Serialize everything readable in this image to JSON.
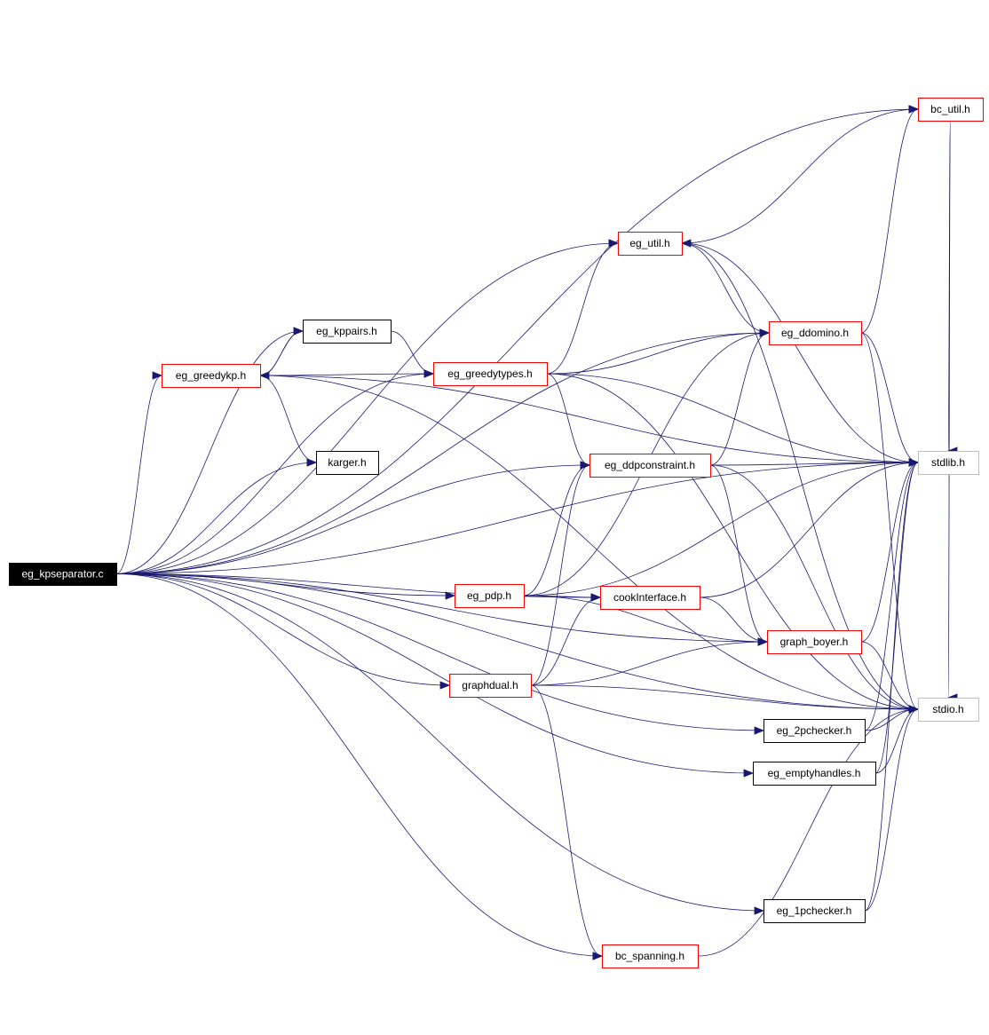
{
  "colors": {
    "edge": "#191970",
    "root_fill": "#000000",
    "root_text": "#ffffff",
    "expandable_border": "#ff0000",
    "leaf_border": "#000000",
    "external_border": "#bfbfbf",
    "text": "#000000"
  },
  "diagram": {
    "nodes": [
      {
        "id": "eg_kpseparator_c",
        "label": "eg_kpseparator.c",
        "kind": "root"
      },
      {
        "id": "bc_util_h",
        "label": "bc_util.h",
        "kind": "expandable"
      },
      {
        "id": "eg_util_h",
        "label": "eg_util.h",
        "kind": "expandable"
      },
      {
        "id": "eg_kppairs_h",
        "label": "eg_kppairs.h",
        "kind": "leaf"
      },
      {
        "id": "eg_ddomino_h",
        "label": "eg_ddomino.h",
        "kind": "expandable"
      },
      {
        "id": "eg_greedykp_h",
        "label": "eg_greedykp.h",
        "kind": "expandable"
      },
      {
        "id": "eg_greedytypes_h",
        "label": "eg_greedytypes.h",
        "kind": "expandable"
      },
      {
        "id": "karger_h",
        "label": "karger.h",
        "kind": "leaf"
      },
      {
        "id": "eg_ddpconstraint_h",
        "label": "eg_ddpconstraint.h",
        "kind": "expandable"
      },
      {
        "id": "stdlib_h",
        "label": "stdlib.h",
        "kind": "external"
      },
      {
        "id": "eg_pdp_h",
        "label": "eg_pdp.h",
        "kind": "expandable"
      },
      {
        "id": "cookInterface_h",
        "label": "cookInterface.h",
        "kind": "expandable"
      },
      {
        "id": "graph_boyer_h",
        "label": "graph_boyer.h",
        "kind": "expandable"
      },
      {
        "id": "graphdual_h",
        "label": "graphdual.h",
        "kind": "expandable"
      },
      {
        "id": "stdio_h",
        "label": "stdio.h",
        "kind": "external"
      },
      {
        "id": "eg_2pchecker_h",
        "label": "eg_2pchecker.h",
        "kind": "leaf"
      },
      {
        "id": "eg_emptyhandles_h",
        "label": "eg_emptyhandles.h",
        "kind": "leaf"
      },
      {
        "id": "eg_1pchecker_h",
        "label": "eg_1pchecker.h",
        "kind": "leaf"
      },
      {
        "id": "bc_spanning_h",
        "label": "bc_spanning.h",
        "kind": "expandable"
      }
    ],
    "edges": [
      {
        "from": "eg_kpseparator_c",
        "to": "bc_util_h"
      },
      {
        "from": "eg_kpseparator_c",
        "to": "eg_util_h"
      },
      {
        "from": "eg_kpseparator_c",
        "to": "eg_kppairs_h"
      },
      {
        "from": "eg_kpseparator_c",
        "to": "eg_ddomino_h"
      },
      {
        "from": "eg_kpseparator_c",
        "to": "eg_greedykp_h"
      },
      {
        "from": "eg_kpseparator_c",
        "to": "eg_greedytypes_h"
      },
      {
        "from": "eg_kpseparator_c",
        "to": "karger_h"
      },
      {
        "from": "eg_kpseparator_c",
        "to": "eg_ddpconstraint_h"
      },
      {
        "from": "eg_kpseparator_c",
        "to": "stdlib_h"
      },
      {
        "from": "eg_kpseparator_c",
        "to": "eg_pdp_h"
      },
      {
        "from": "eg_kpseparator_c",
        "to": "cookInterface_h"
      },
      {
        "from": "eg_kpseparator_c",
        "to": "graph_boyer_h"
      },
      {
        "from": "eg_kpseparator_c",
        "to": "graphdual_h"
      },
      {
        "from": "eg_kpseparator_c",
        "to": "stdio_h"
      },
      {
        "from": "eg_kpseparator_c",
        "to": "eg_2pchecker_h"
      },
      {
        "from": "eg_kpseparator_c",
        "to": "eg_emptyhandles_h"
      },
      {
        "from": "eg_kpseparator_c",
        "to": "eg_1pchecker_h"
      },
      {
        "from": "eg_kpseparator_c",
        "to": "bc_spanning_h"
      },
      {
        "from": "eg_util_h",
        "to": "bc_util_h"
      },
      {
        "from": "eg_util_h",
        "to": "stdlib_h"
      },
      {
        "from": "eg_util_h",
        "to": "stdio_h"
      },
      {
        "from": "bc_util_h",
        "to": "stdlib_h"
      },
      {
        "from": "bc_util_h",
        "to": "stdio_h"
      },
      {
        "from": "eg_ddomino_h",
        "to": "eg_util_h"
      },
      {
        "from": "eg_ddomino_h",
        "to": "bc_util_h"
      },
      {
        "from": "eg_ddomino_h",
        "to": "stdlib_h"
      },
      {
        "from": "eg_ddomino_h",
        "to": "stdio_h"
      },
      {
        "from": "eg_kppairs_h",
        "to": "eg_greedykp_h"
      },
      {
        "from": "eg_kppairs_h",
        "to": "eg_greedytypes_h"
      },
      {
        "from": "eg_greedykp_h",
        "to": "eg_kppairs_h"
      },
      {
        "from": "eg_greedykp_h",
        "to": "eg_greedytypes_h"
      },
      {
        "from": "eg_greedykp_h",
        "to": "karger_h"
      },
      {
        "from": "eg_greedykp_h",
        "to": "stdlib_h"
      },
      {
        "from": "eg_greedykp_h",
        "to": "stdio_h"
      },
      {
        "from": "eg_greedytypes_h",
        "to": "eg_util_h"
      },
      {
        "from": "eg_greedytypes_h",
        "to": "eg_ddomino_h"
      },
      {
        "from": "eg_greedytypes_h",
        "to": "eg_ddpconstraint_h"
      },
      {
        "from": "eg_greedytypes_h",
        "to": "stdlib_h"
      },
      {
        "from": "eg_greedytypes_h",
        "to": "stdio_h"
      },
      {
        "from": "eg_ddpconstraint_h",
        "to": "eg_ddomino_h"
      },
      {
        "from": "eg_ddpconstraint_h",
        "to": "stdlib_h"
      },
      {
        "from": "eg_ddpconstraint_h",
        "to": "stdio_h"
      },
      {
        "from": "eg_ddpconstraint_h",
        "to": "graph_boyer_h"
      },
      {
        "from": "eg_pdp_h",
        "to": "eg_ddpconstraint_h"
      },
      {
        "from": "eg_pdp_h",
        "to": "eg_ddomino_h"
      },
      {
        "from": "eg_pdp_h",
        "to": "cookInterface_h"
      },
      {
        "from": "eg_pdp_h",
        "to": "stdlib_h"
      },
      {
        "from": "eg_pdp_h",
        "to": "graph_boyer_h"
      },
      {
        "from": "cookInterface_h",
        "to": "stdlib_h"
      },
      {
        "from": "cookInterface_h",
        "to": "graph_boyer_h"
      },
      {
        "from": "graph_boyer_h",
        "to": "stdlib_h"
      },
      {
        "from": "graph_boyer_h",
        "to": "stdio_h"
      },
      {
        "from": "graphdual_h",
        "to": "eg_ddpconstraint_h"
      },
      {
        "from": "graphdual_h",
        "to": "cookInterface_h"
      },
      {
        "from": "graphdual_h",
        "to": "graph_boyer_h"
      },
      {
        "from": "graphdual_h",
        "to": "stdio_h"
      },
      {
        "from": "graphdual_h",
        "to": "bc_spanning_h"
      },
      {
        "from": "eg_2pchecker_h",
        "to": "stdlib_h"
      },
      {
        "from": "eg_2pchecker_h",
        "to": "stdio_h"
      },
      {
        "from": "eg_emptyhandles_h",
        "to": "stdlib_h"
      },
      {
        "from": "eg_emptyhandles_h",
        "to": "stdio_h"
      },
      {
        "from": "eg_1pchecker_h",
        "to": "stdlib_h"
      },
      {
        "from": "eg_1pchecker_h",
        "to": "stdio_h"
      },
      {
        "from": "bc_spanning_h",
        "to": "stdio_h"
      }
    ]
  }
}
